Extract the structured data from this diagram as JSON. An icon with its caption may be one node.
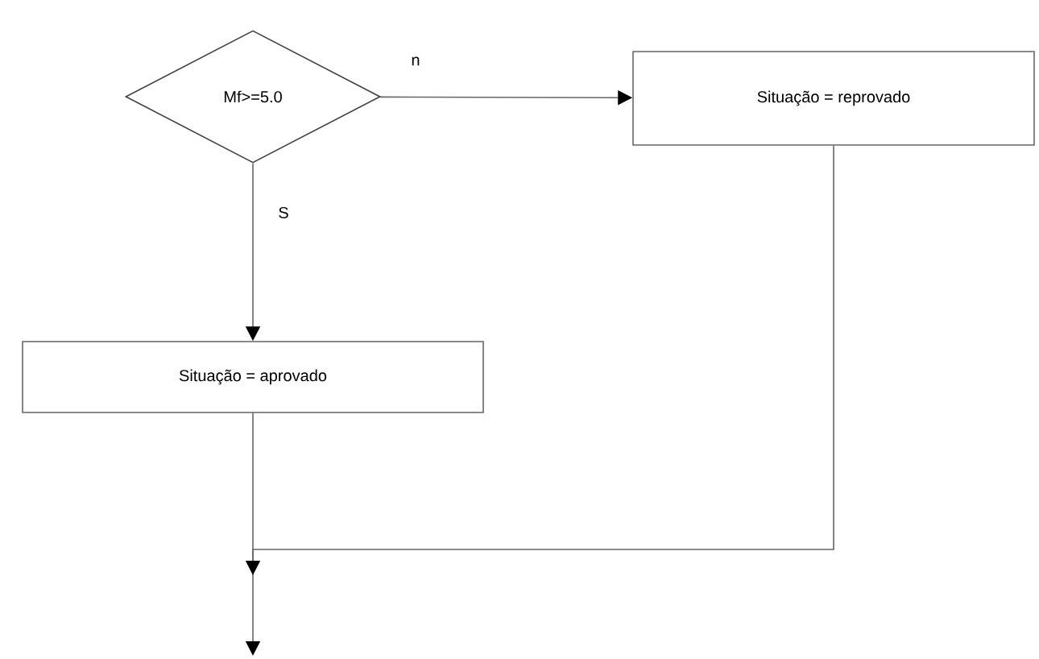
{
  "diagram": {
    "nodes": [
      {
        "text": [
          "Mf>=5.0"
        ]
      },
      {
        "text": [
          "Situação = reprovado"
        ]
      },
      {
        "text": [
          "Situação = aprovado"
        ]
      }
    ],
    "edges": [
      {
        "from": 0,
        "to": 1,
        "arrow": "to",
        "label": "n"
      },
      {
        "from": 0,
        "to": 2,
        "arrow": "to",
        "label": "S"
      },
      {
        "from": 2,
        "to": null,
        "arrow": "to"
      },
      {
        "from": 1,
        "to": null,
        "arrow": "to"
      }
    ]
  }
}
